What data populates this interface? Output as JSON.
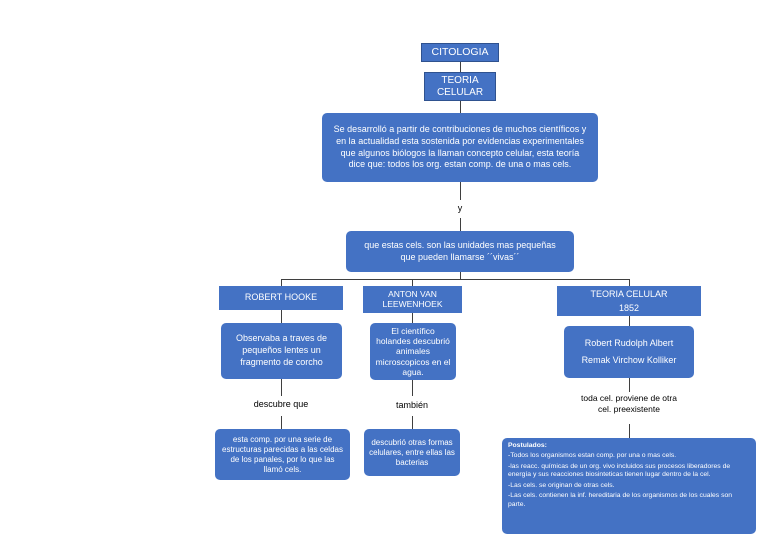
{
  "nodes": {
    "citologia": "CITOLOGIA",
    "teoria_celular": "TEORIA CELULAR",
    "intro": "Se desarrolló a partir de contribuciones de muchos científicos y en la actualidad esta sostenida por evidencias experimentales que algunos biólogos la llaman concepto celular, esta teoría dice que: todos los org. estan comp. de una o mas cels.",
    "connector_y": "y",
    "unidades": "que estas cels. son las unidades mas pequeñas que pueden llamarse ´´vivas´´",
    "hooke": {
      "title": "ROBERT HOOKE",
      "desc": "Observaba a traves de pequeños lentes un fragmento de corcho",
      "connector": "descubre que",
      "result": "esta comp. por una serie de estructuras parecidas a las celdas de los panales, por lo que las llamó cels."
    },
    "leeuwenhoek": {
      "title": "ANTON VAN LEEWENHOEK",
      "desc": "El científico holandes descubrió animales microscopicos en el agua.",
      "connector": "también",
      "result": "descubrió otras formas celulares, entre ellas las bacterias"
    },
    "teoria1852": {
      "title_line1": "TEORIA CELULAR",
      "title_line2": "1852",
      "authors_line1": "Robert Rudolph Albert",
      "authors_line2": "Remak Virchow Kolliker",
      "connector": "toda cel. proviene de otra cel. preexistente",
      "postulados_title": "Postulados:",
      "postulados": [
        "-Todos los organismos estan comp. por una o mas cels.",
        "-las reacc. químicas de un org. vivo incluidos sus procesos liberadores de energía y sus reacciones biosinteticas tienen lugar dentro de la cel.",
        "-Las cels. se originan de otras cels.",
        "-Las cels. contienen la inf. hereditaria de los organismos de los cuales son parte."
      ]
    }
  },
  "colors": {
    "box_fill": "#4472c4",
    "box_border": "#2f528f",
    "connector_line": "#3f3f3f"
  }
}
